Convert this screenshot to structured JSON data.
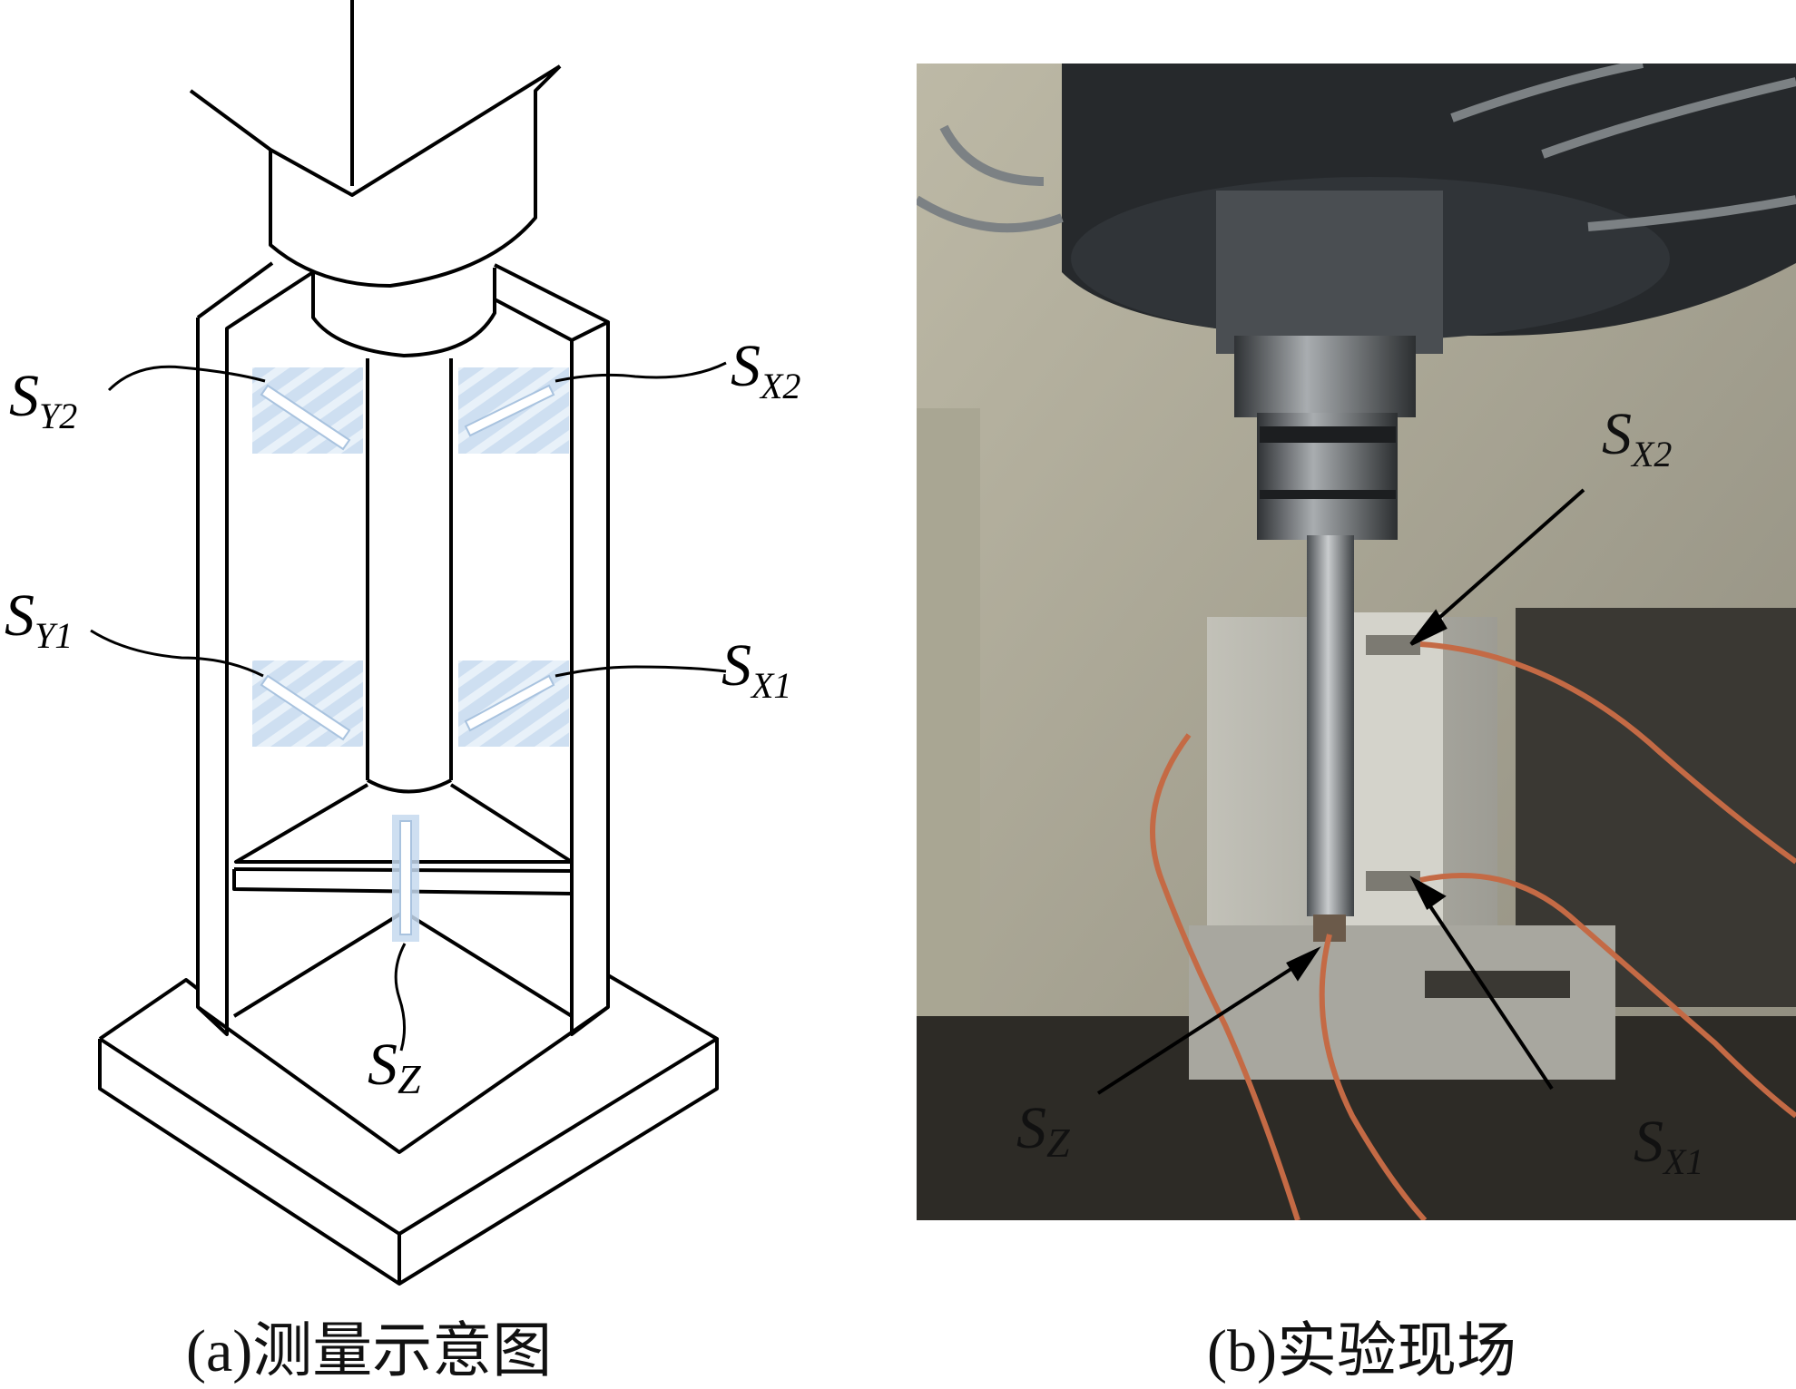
{
  "panel_a": {
    "caption": "(a)测量示意图",
    "labels": {
      "sy2": {
        "main": "S",
        "sub": "Y2"
      },
      "sx2": {
        "main": "S",
        "sub": "X2"
      },
      "sy1": {
        "main": "S",
        "sub": "Y1"
      },
      "sx1": {
        "main": "S",
        "sub": "X1"
      },
      "sz": {
        "main": "S",
        "sub": "Z"
      }
    },
    "colors": {
      "sensor_fill": "#c5d9ee",
      "sensor_stripe": "#e4eef8",
      "line": "#000000"
    }
  },
  "panel_b": {
    "caption": "(b)实验现场",
    "labels": {
      "sx2": {
        "main": "S",
        "sub": "X2"
      },
      "sz": {
        "main": "S",
        "sub": "Z"
      },
      "sx1": {
        "main": "S",
        "sub": "X1"
      }
    },
    "colors": {
      "background": "#c9c6b5",
      "spindle": "#2a2d30",
      "shaft": "#8f9497",
      "block": "#b3b2a8",
      "cable": "#c46a45"
    }
  }
}
